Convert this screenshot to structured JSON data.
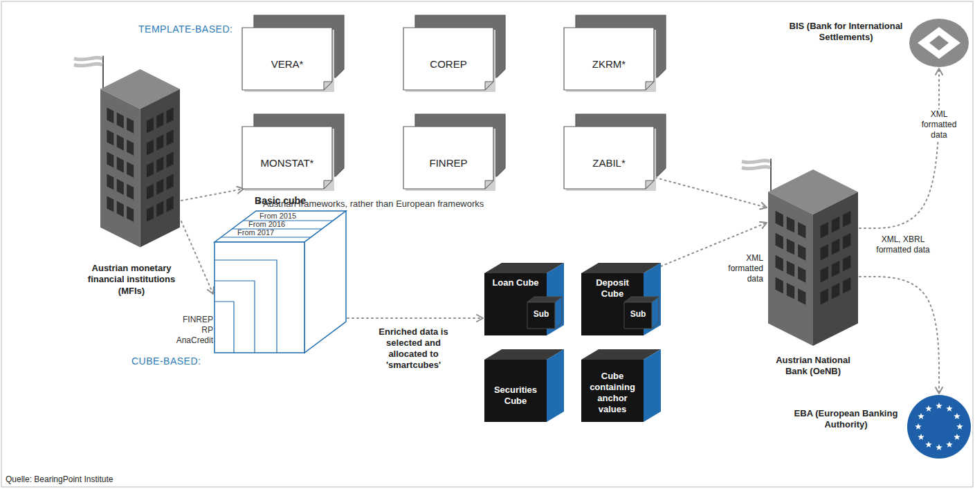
{
  "diagram": {
    "nodes": [
      {
        "text": [
          "Austrian monetary financial institutions (MFIs)"
        ]
      },
      {
        "text": [
          "VERA*"
        ]
      },
      {
        "text": [
          "COREP"
        ]
      },
      {
        "text": [
          "ZKRM*"
        ]
      },
      {
        "text": [
          "MONSTAT*"
        ]
      },
      {
        "text": [
          "FINREP"
        ]
      },
      {
        "text": [
          "ZABIL*"
        ]
      },
      {
        "text": [
          "Basic cube",
          "From 2015",
          "From 2016",
          "From 2017",
          "FINREP RP AnaCredit"
        ]
      },
      {
        "text": [
          "Loan Cube"
        ]
      },
      {
        "text": [
          "Sub"
        ],
        "in": 8
      },
      {
        "text": [
          "Deposit Cube"
        ]
      },
      {
        "text": [
          "Sub"
        ],
        "in": 10
      },
      {
        "text": [
          "Securities Cube"
        ]
      },
      {
        "text": [
          "Cube containing anchor values"
        ]
      },
      {
        "text": [
          "Austrian National Bank (OeNB)"
        ]
      },
      {
        "text": [
          "BIS (Bank for International Settlements)"
        ]
      },
      {
        "text": [
          "EBA (European Banking Authority)"
        ]
      }
    ],
    "edges": [
      {
        "from": 0,
        "to": 4,
        "arrow": "to"
      },
      {
        "from": 0,
        "to": 7,
        "arrow": "to"
      },
      {
        "from": 7,
        "to": 8,
        "arrow": "to",
        "label": "Enriched data is selected and allocated to 'smartcubes'"
      },
      {
        "from": 6,
        "to": 14,
        "arrow": "to"
      },
      {
        "from": 10,
        "to": 14,
        "arrow": "to"
      },
      {
        "from": 14,
        "to": 15,
        "arrow": "to",
        "label": "XML formatted data"
      },
      {
        "from": 14,
        "to": 16,
        "arrow": "to",
        "label": "XML, XBRL formatted data"
      }
    ],
    "labels": [
      "TEMPLATE-BASED:",
      "* Austrian frameworks, rather than European frameworks",
      "XML formatted data",
      "CUBE-BASED:",
      "Quelle: BearingPoint Institute"
    ]
  }
}
